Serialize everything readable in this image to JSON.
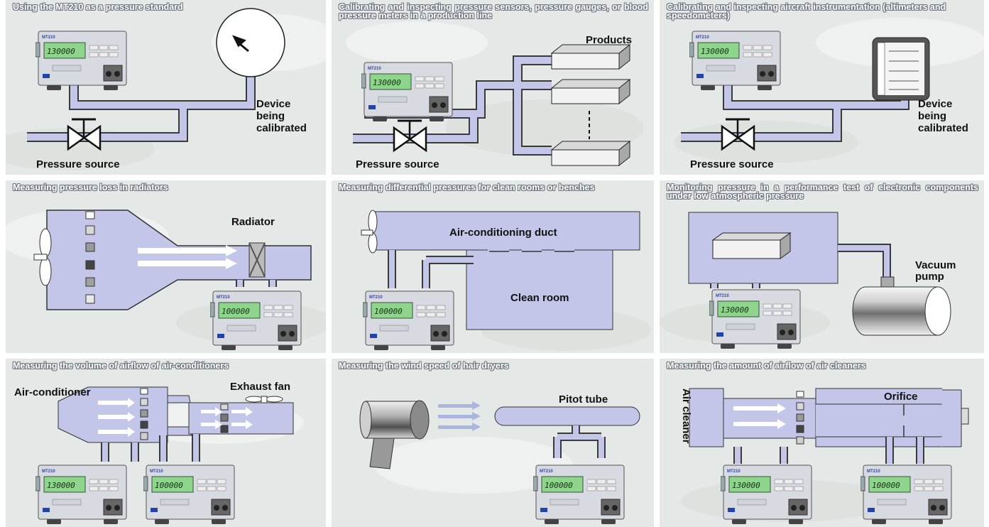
{
  "panels": {
    "p1": {
      "title": "Using the MT210 as a pressure standard",
      "display": "130000",
      "device_l1": "Device",
      "device_l2": "being",
      "device_l3": "calibrated",
      "source": "Pressure source"
    },
    "p2": {
      "title": "Calibrating and inspecting pressure sensors, pressure gauges, or blood pressure meters in a production line",
      "display": "130000",
      "products": "Products",
      "source": "Pressure source"
    },
    "p3": {
      "title": "Calibrating and inspecting aircraft instrumentation (altimeters and speedometers)",
      "display": "130000",
      "device_l1": "Device",
      "device_l2": "being",
      "device_l3": "calibrated",
      "source": "Pressure source"
    },
    "p4": {
      "title": "Measuring pressure loss in radiators",
      "display": "100000",
      "radiator": "Radiator"
    },
    "p5": {
      "title": "Measuring differential pressures for clean rooms or benches",
      "display": "100000",
      "duct": "Air-conditioning duct",
      "room": "Clean room"
    },
    "p6": {
      "title": "Monitoring pressure in a performance test of electronic components under low atmospheric pressure",
      "display": "130000",
      "pump_l1": "Vacuum",
      "pump_l2": "pump"
    },
    "p7": {
      "title": "Measuring the volume of airflow of air-conditioners",
      "display_a": "130000",
      "display_b": "100000",
      "aircon": "Air-conditioner",
      "fan": "Exhaust fan"
    },
    "p8": {
      "title": "Measuring the wind speed of hair dryers",
      "display": "100000",
      "pitot": "Pitot tube"
    },
    "p9": {
      "title": "Measuring the amount of airflow of air cleaners",
      "display_a": "130000",
      "display_b": "100000",
      "cleaner": "Air cleaner",
      "orifice": "Orifice"
    }
  },
  "colors": {
    "pipe": "#c3c6e8",
    "pipe_edge": "#3a3a3a",
    "lcd": "#8fd48c",
    "panel_bg": "#e4e8e6",
    "title_outline": "#6e7680"
  },
  "icons": [
    "valve-icon",
    "arrow-icon",
    "fan-icon",
    "gauge-icon",
    "pressure-meter-icon"
  ]
}
